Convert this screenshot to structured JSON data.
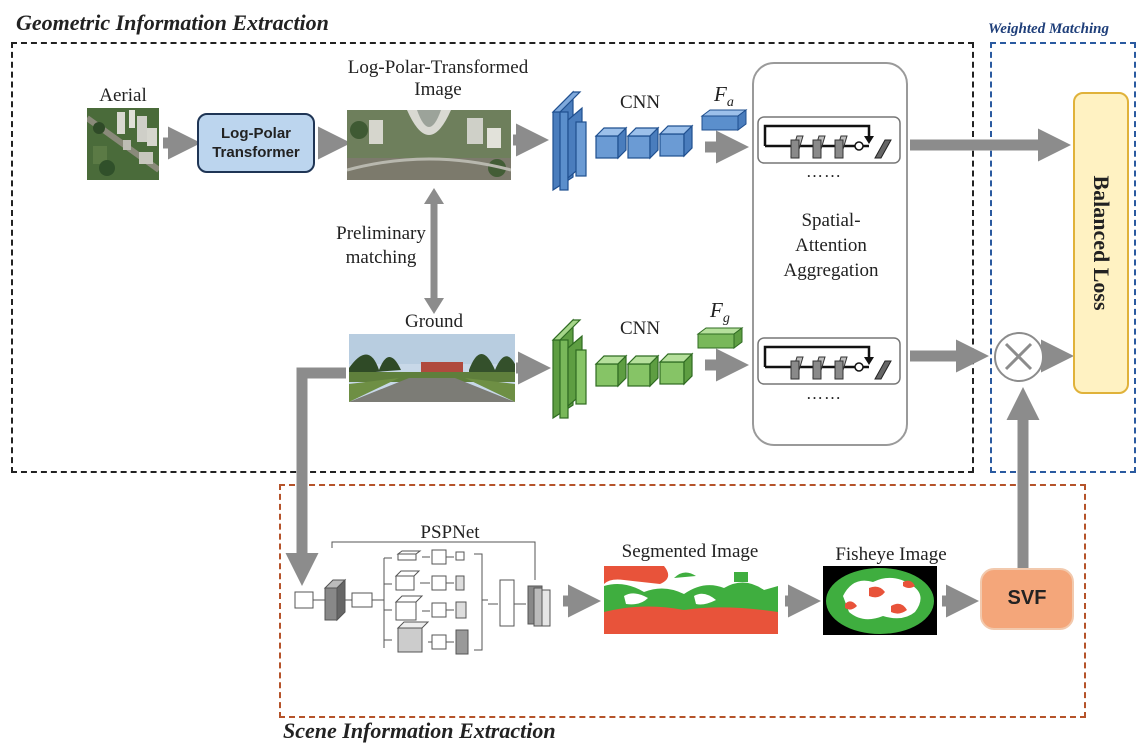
{
  "sections": {
    "geometric": "Geometric Information Extraction",
    "scene": "Scene Information Extraction",
    "weighted": "Weighted Matching"
  },
  "labels": {
    "aerial": "Aerial",
    "log_polar_transformer_line1": "Log-Polar",
    "log_polar_transformer_line2": "Transformer",
    "log_polar_image_line1": "Log-Polar-Transformed",
    "log_polar_image_line2": "Image",
    "cnn_top": "CNN",
    "cnn_bottom": "CNN",
    "fa_base": "F",
    "fa_sub": "a",
    "fg_base": "F",
    "fg_sub": "g",
    "preliminary_line1": "Preliminary",
    "preliminary_line2": "matching",
    "ground": "Ground",
    "dots_top": "……",
    "dots_bottom": "……",
    "spatial_line1": "Spatial-",
    "spatial_line2": "Attention",
    "spatial_line3": "Aggregation",
    "balanced_loss": "Balanced Loss",
    "pspnet": "PSPNet",
    "segmented_image": "Segmented Image",
    "fisheye_image": "Fisheye Image",
    "svf": "SVF",
    "multiply_symbol": "⊗"
  },
  "colors": {
    "geometric_border": "#222222",
    "scene_border": "#b5532a",
    "weighted_border": "#2a5aa0",
    "weighted_title": "#1f3f7a",
    "aerial_cnn": "#5b8fcc",
    "ground_cnn": "#79b85a",
    "transformer_fill": "#bcd5ee",
    "balanced_fill": "#fff2c2",
    "balanced_border": "#e0b23a",
    "svf_fill": "#f4a67a",
    "arrow": "#8c8c8c",
    "seg_red": "#e8533a",
    "seg_green": "#3fae3f"
  }
}
